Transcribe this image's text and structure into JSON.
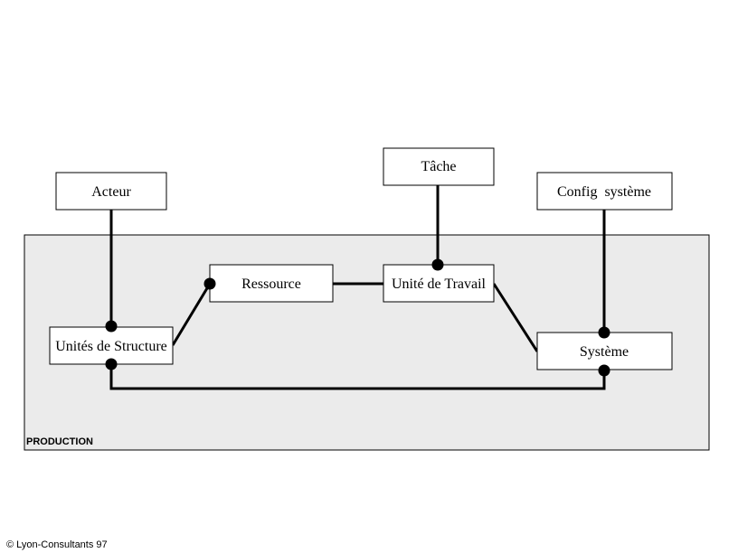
{
  "region": {
    "label": "PRODUCTION",
    "fill": "#ebebeb",
    "stroke": "#000000"
  },
  "nodes": {
    "acteur": "Acteur",
    "tache": "Tâche",
    "config_systeme": "Config  système",
    "ressource": "Ressource",
    "unite_travail": "Unité de Travail",
    "unites_structure": "Unités de Structure",
    "systeme": "Système"
  },
  "footer": {
    "copyright": "© Lyon-Consultants 97"
  }
}
